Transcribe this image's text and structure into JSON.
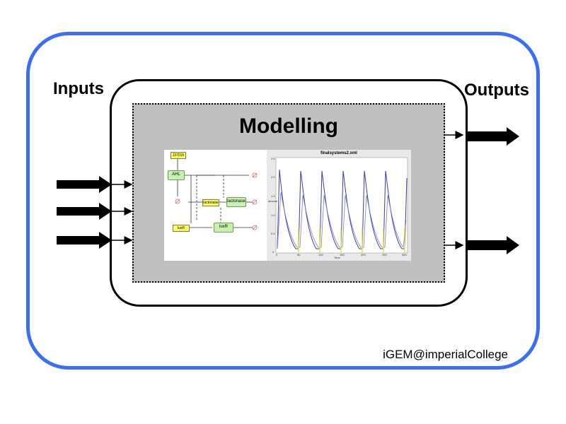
{
  "diagram": {
    "inputs_label": "Inputs",
    "outputs_label": "Outputs",
    "modelling_label": "Modelling",
    "footer_text": "iGEM@imperialCollege"
  },
  "network": {
    "nodes": {
      "j": "J37015",
      "ahl": "AHL",
      "lactonase_in": "lactonase",
      "lactonase": "lactonase",
      "luxr_in": "luxR",
      "luxr": "luxR"
    }
  },
  "plot": {
    "title": "finalsystems2.xml",
    "xlabel": "Time",
    "ylabel": "amount",
    "xticks": [
      "0",
      "50",
      "100",
      "150",
      "200",
      "250",
      "300"
    ],
    "yticks": [
      "2.5",
      "2.0",
      "1.5",
      "1.0",
      "0.5",
      "0"
    ]
  },
  "colors": {
    "frame": "#3b6ef5",
    "panel": "#c0c0c0"
  }
}
